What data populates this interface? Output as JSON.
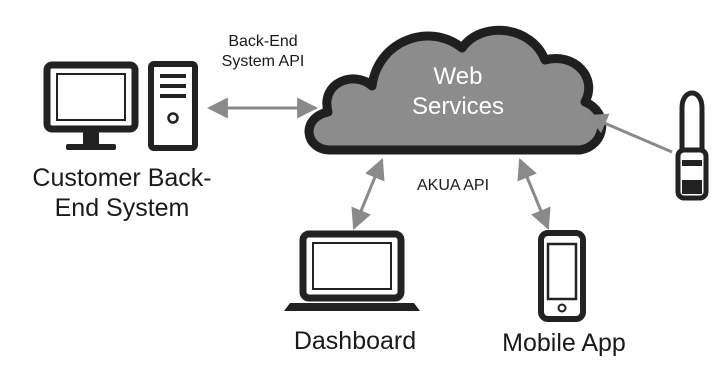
{
  "cloud": {
    "line1": "Web",
    "line2": "Services"
  },
  "customer_system": {
    "line1": "Customer Back-",
    "line2": "End System"
  },
  "backend_api": {
    "line1": "Back-End",
    "line2": "System API"
  },
  "akua_api": {
    "label": "AKUA API"
  },
  "dashboard": {
    "label": "Dashboard"
  },
  "mobile_app": {
    "label": "Mobile App"
  },
  "colors": {
    "cloud_fill": "#8c8c8c",
    "cloud_stroke": "#1f1f1f",
    "arrow": "#8a8a8a",
    "device": "#222222"
  }
}
